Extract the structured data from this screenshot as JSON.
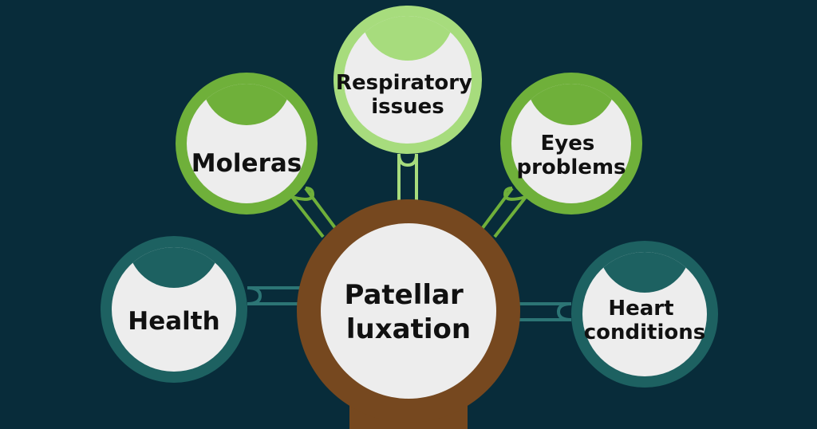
{
  "diagram": {
    "center": {
      "lines": [
        "Patellar",
        "luxation"
      ]
    },
    "nodes": [
      {
        "id": "health",
        "lines": [
          "Health"
        ],
        "theme": "teal"
      },
      {
        "id": "moleras",
        "lines": [
          "Moleras"
        ],
        "theme": "green"
      },
      {
        "id": "respiratory",
        "lines": [
          "Respiratory",
          "issues"
        ],
        "theme": "lightgreen"
      },
      {
        "id": "eyes",
        "lines": [
          "Eyes",
          "problems"
        ],
        "theme": "green"
      },
      {
        "id": "heart",
        "lines": [
          "Heart",
          "conditions"
        ],
        "theme": "teal"
      }
    ]
  },
  "colors": {
    "background": "#082c3a",
    "circle_fill": "#ededed",
    "center_ring": "#76481f",
    "teal_ring": "#1d6161",
    "teal_cap": "#1d6161",
    "teal_connector": "#2c7575",
    "green_ring": "#6fb03a",
    "green_cap": "#6fb03a",
    "green_connector": "#6fb03a",
    "lightgreen_ring": "#a7dc7d",
    "lightgreen_cap": "#a7dc7d",
    "lightgreen_connector": "#a7dc7d"
  }
}
